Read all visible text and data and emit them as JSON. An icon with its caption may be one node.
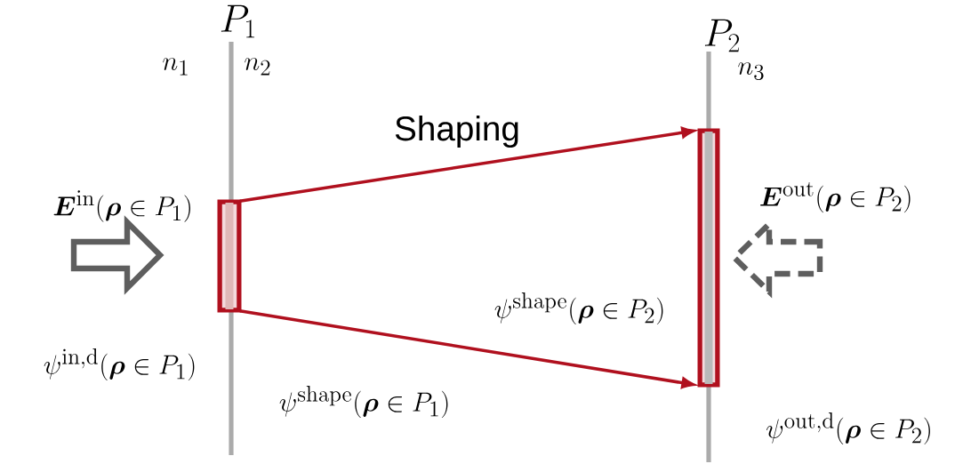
{
  "diagram": {
    "nodes": [
      {
        "text": [],
        "shape": "box"
      },
      {
        "text": [],
        "shape": "box"
      }
    ],
    "edges": [
      {
        "from": 0,
        "to": 1,
        "arrow": "to",
        "label": "Shaping"
      },
      {
        "from": 0,
        "to": 1,
        "arrow": "to"
      }
    ],
    "labels": [
      "P_1",
      "P_2",
      "n_1",
      "n_2",
      "n_3",
      "\\boldsymbol{E}^{\\mathrm{in}}(\\boldsymbol{\\rho}\\in P_1)",
      "\\boldsymbol{E}^{\\mathrm{out}}(\\boldsymbol{\\rho}\\in P_2)",
      "\\psi^{\\mathrm{shape}}(\\boldsymbol{\\rho}\\in P_2)",
      "\\psi^{\\mathrm{in,d}}(\\boldsymbol{\\rho}\\in P_1)",
      "\\psi^{\\mathrm{shape}}(\\boldsymbol{\\rho}\\in P_1)",
      "\\psi^{\\mathrm{out,d}}(\\boldsymbol{\\rho}\\in P_2)"
    ]
  }
}
